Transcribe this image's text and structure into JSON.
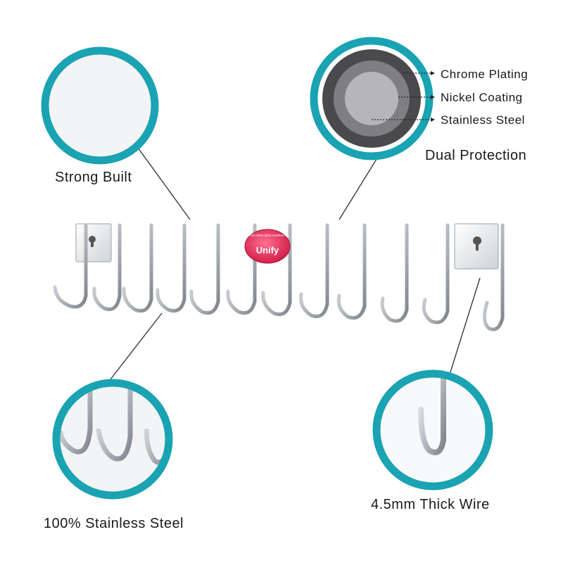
{
  "callouts": {
    "strong_built": "Strong Built",
    "dual_protection": "Dual Protection",
    "stainless_steel_100": "100% Stainless Steel",
    "thick_wire": "4.5mm Thick Wire"
  },
  "layers": {
    "chrome": "Chrome Plating",
    "nickel": "Nickel Coating",
    "stainless": "Stainless Steel"
  },
  "brand": {
    "logo_text": "Unify",
    "badge_text": "An ISO 9001:2015 Certified Co."
  },
  "colors": {
    "ring": "#1aa3b2",
    "ink": "#1a1a1a",
    "badge": "#e8365f",
    "steel_dark": "#8a8f96",
    "steel_light": "#eef0f2"
  },
  "product": {
    "hook_count": 12
  }
}
